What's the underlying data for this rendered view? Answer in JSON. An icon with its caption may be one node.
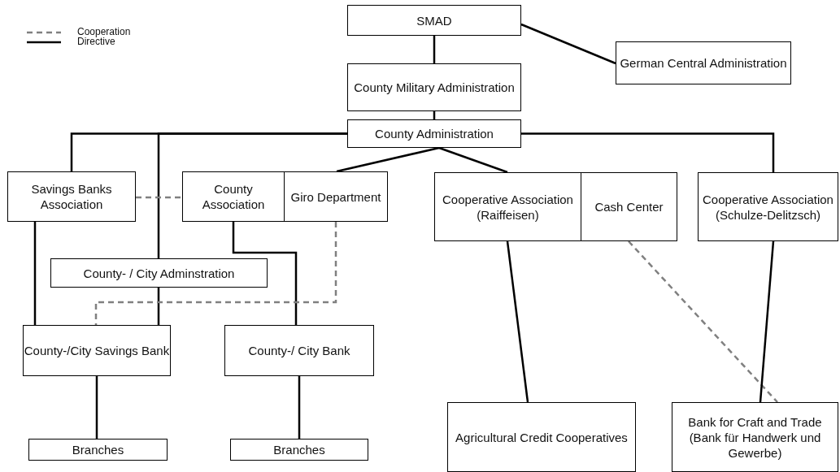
{
  "diagram": {
    "nodes": [
      {
        "text": [
          "SMAD"
        ]
      },
      {
        "text": [
          "German Central Administration"
        ]
      },
      {
        "text": [
          "County Military Administration"
        ]
      },
      {
        "text": [
          "County Administration"
        ]
      },
      {
        "text": [
          "Savings Banks Association"
        ]
      },
      {
        "text": [
          "County Association"
        ]
      },
      {
        "text": [
          "Giro Department"
        ]
      },
      {
        "text": [
          "Cooperative Association (Raiffeisen)"
        ]
      },
      {
        "text": [
          "Cash Center"
        ]
      },
      {
        "text": [
          "Cooperative Association (Schulze-Delitzsch)"
        ]
      },
      {
        "text": [
          "County- / City Adminstration"
        ]
      },
      {
        "text": [
          "County-/City Savings Bank"
        ]
      },
      {
        "text": [
          "County-/ City Bank"
        ]
      },
      {
        "text": [
          "Agricultural Credit Cooperatives"
        ]
      },
      {
        "text": [
          "Bank for Craft and Trade (Bank für Handwerk und Gewerbe)"
        ]
      },
      {
        "text": [
          "Branches"
        ]
      },
      {
        "text": [
          "Branches"
        ]
      }
    ],
    "edges": [
      {
        "from": 0,
        "to": 1,
        "arrow": "none"
      },
      {
        "from": 0,
        "to": 2,
        "arrow": "none"
      },
      {
        "from": 2,
        "to": 3,
        "arrow": "none"
      },
      {
        "from": 3,
        "to": 4,
        "arrow": "none"
      },
      {
        "from": 3,
        "to": 10,
        "arrow": "none"
      },
      {
        "from": 3,
        "to": 6,
        "arrow": "none"
      },
      {
        "from": 3,
        "to": 7,
        "arrow": "none"
      },
      {
        "from": 3,
        "to": 9,
        "arrow": "none"
      },
      {
        "from": 4,
        "to": 5,
        "arrow": "none",
        "style": "dashed",
        "color": "#808080"
      },
      {
        "from": 4,
        "to": 11,
        "arrow": "none"
      },
      {
        "from": 10,
        "to": 11,
        "arrow": "none"
      },
      {
        "from": 5,
        "to": 12,
        "arrow": "none"
      },
      {
        "from": 6,
        "to": 11,
        "arrow": "none",
        "style": "dashed",
        "color": "#808080"
      },
      {
        "from": 7,
        "to": 13,
        "arrow": "none"
      },
      {
        "from": 8,
        "to": 14,
        "arrow": "none",
        "style": "dashed",
        "color": "#808080"
      },
      {
        "from": 9,
        "to": 14,
        "arrow": "none"
      },
      {
        "from": 11,
        "to": 15,
        "arrow": "none"
      },
      {
        "from": 12,
        "to": 16,
        "arrow": "none"
      }
    ],
    "legend": [
      {
        "text": "Cooperation"
      },
      {
        "text": "Directive"
      }
    ]
  }
}
